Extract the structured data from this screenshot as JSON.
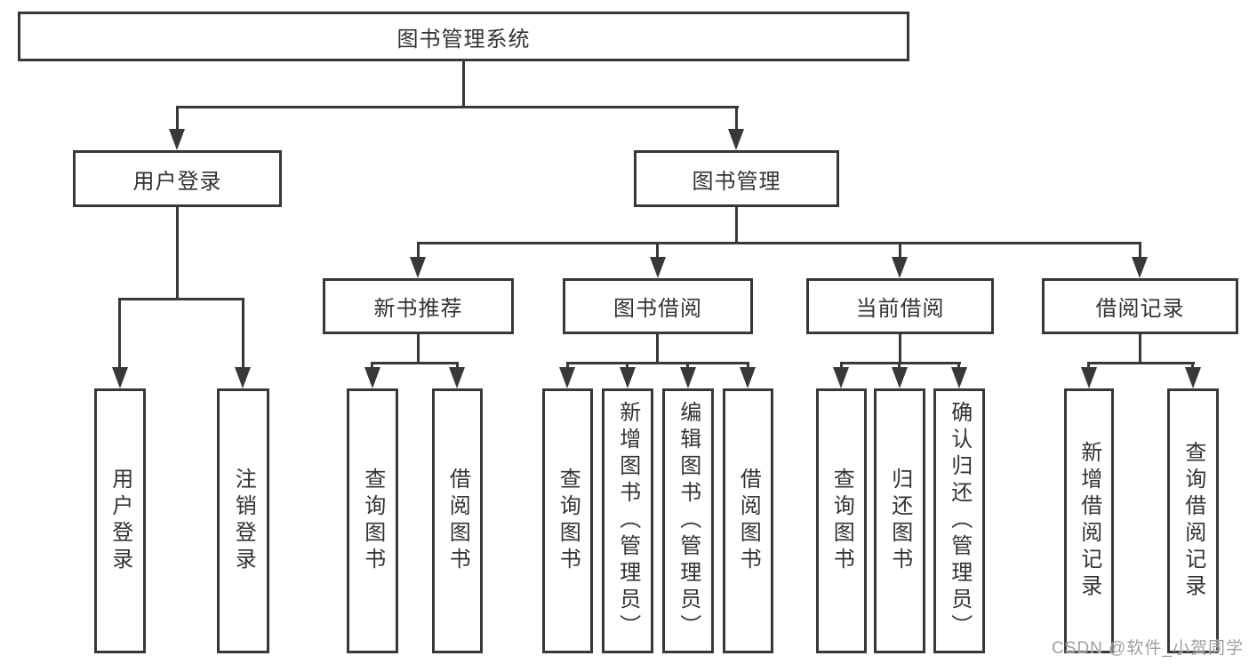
{
  "nodes": {
    "root": "图书管理系统",
    "level2": [
      "用户登录",
      "图书管理"
    ],
    "level3": [
      "新书推荐",
      "图书借阅",
      "当前借阅",
      "借阅记录"
    ],
    "leaves_user_login": [
      "用户登录",
      "注销登录"
    ],
    "leaves_new_book": [
      "查询图书",
      "借阅图书"
    ],
    "leaves_book_borrow": [
      "查询图书",
      "新增图书（管理员）",
      "编辑图书（管理员）",
      "借阅图书"
    ],
    "leaves_current_borrow": [
      "查询图书",
      "归还图书",
      "确认归还（管理员）"
    ],
    "leaves_borrow_records": [
      "新增借阅记录",
      "查询借阅记录"
    ]
  },
  "watermark": "CSDN @软件_小贺同学",
  "colors": {
    "line": "#383838",
    "text": "#333333",
    "watermark": "#9f9f9f",
    "background": "#ffffff"
  }
}
